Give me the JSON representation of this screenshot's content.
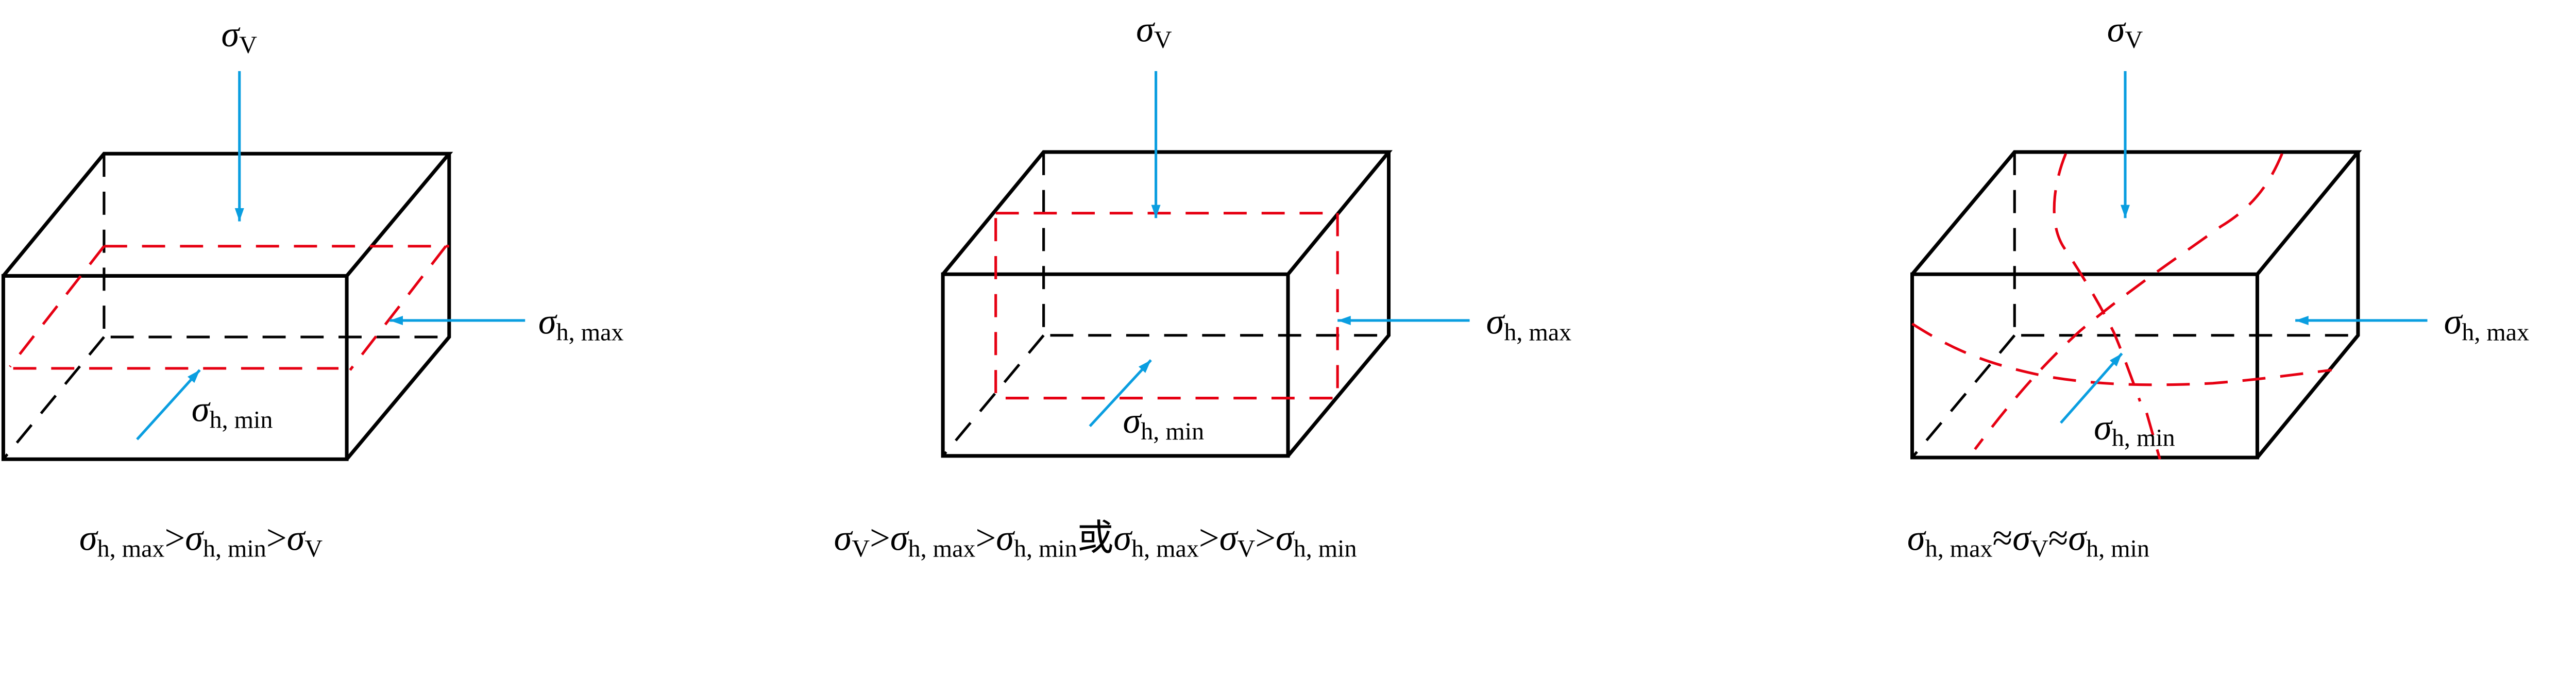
{
  "colors": {
    "edge": "#000000",
    "crack": "#e60012",
    "arrow": "#0a9ee0"
  },
  "symbols": {
    "sigma": "σ",
    "v": "V",
    "hmax": "h, max",
    "hmin": "h, min"
  },
  "panels": [
    {
      "caption": [
        [
          "σ",
          "h, max"
        ],
        ">",
        [
          "σ",
          "h, min"
        ],
        ">",
        [
          "σ",
          "V"
        ]
      ]
    },
    {
      "caption": [
        [
          "σ",
          "V"
        ],
        ">",
        [
          "σ",
          "h, max"
        ],
        ">",
        [
          "σ",
          "h, min"
        ],
        "或",
        [
          "σ",
          "h, max"
        ],
        ">",
        [
          "σ",
          "V"
        ],
        ">",
        [
          "σ",
          "h, min"
        ]
      ]
    },
    {
      "caption": [
        [
          "σ",
          "h, max"
        ],
        "≈",
        [
          "σ",
          "V"
        ],
        "≈",
        [
          "σ",
          "h, min"
        ]
      ]
    }
  ]
}
